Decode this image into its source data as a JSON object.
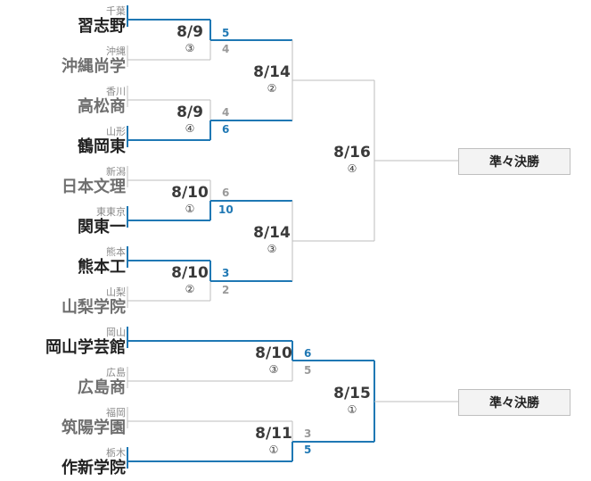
{
  "teams": [
    {
      "pref": "千葉",
      "name": "習志野"
    },
    {
      "pref": "沖縄",
      "name": "沖縄尚学"
    },
    {
      "pref": "香川",
      "name": "高松商"
    },
    {
      "pref": "山形",
      "name": "鶴岡東"
    },
    {
      "pref": "新潟",
      "name": "日本文理"
    },
    {
      "pref": "東東京",
      "name": "関東一"
    },
    {
      "pref": "熊本",
      "name": "熊本工"
    },
    {
      "pref": "山梨",
      "name": "山梨学院"
    },
    {
      "pref": "岡山",
      "name": "岡山学芸館"
    },
    {
      "pref": "広島",
      "name": "広島商"
    },
    {
      "pref": "福岡",
      "name": "筑陽学園"
    },
    {
      "pref": "栃木",
      "name": "作新学院"
    }
  ],
  "matches": [
    {
      "date": "8/9",
      "round": "③",
      "score_top": "5",
      "score_bottom": "4",
      "winner": "top"
    },
    {
      "date": "8/9",
      "round": "④",
      "score_top": "4",
      "score_bottom": "6",
      "winner": "bottom"
    },
    {
      "date": "8/10",
      "round": "①",
      "score_top": "6",
      "score_bottom": "10",
      "winner": "bottom"
    },
    {
      "date": "8/10",
      "round": "②",
      "score_top": "3",
      "score_bottom": "2",
      "winner": "top"
    },
    {
      "date": "8/10",
      "round": "③",
      "score_top": "6",
      "score_bottom": "5",
      "winner": "top"
    },
    {
      "date": "8/11",
      "round": "①",
      "score_top": "3",
      "score_bottom": "5",
      "winner": "bottom"
    },
    {
      "date": "8/14",
      "round": "②"
    },
    {
      "date": "8/14",
      "round": "③"
    },
    {
      "date": "8/16",
      "round": "④"
    },
    {
      "date": "8/15",
      "round": "①"
    }
  ],
  "stage_labels": [
    "準々決勝",
    "準々決勝"
  ],
  "colors": {
    "winner_line": "#1f78b4",
    "loser_line": "#bdbdbd",
    "winner_score": "#1f78b4",
    "loser_score": "#9a9a9a"
  }
}
